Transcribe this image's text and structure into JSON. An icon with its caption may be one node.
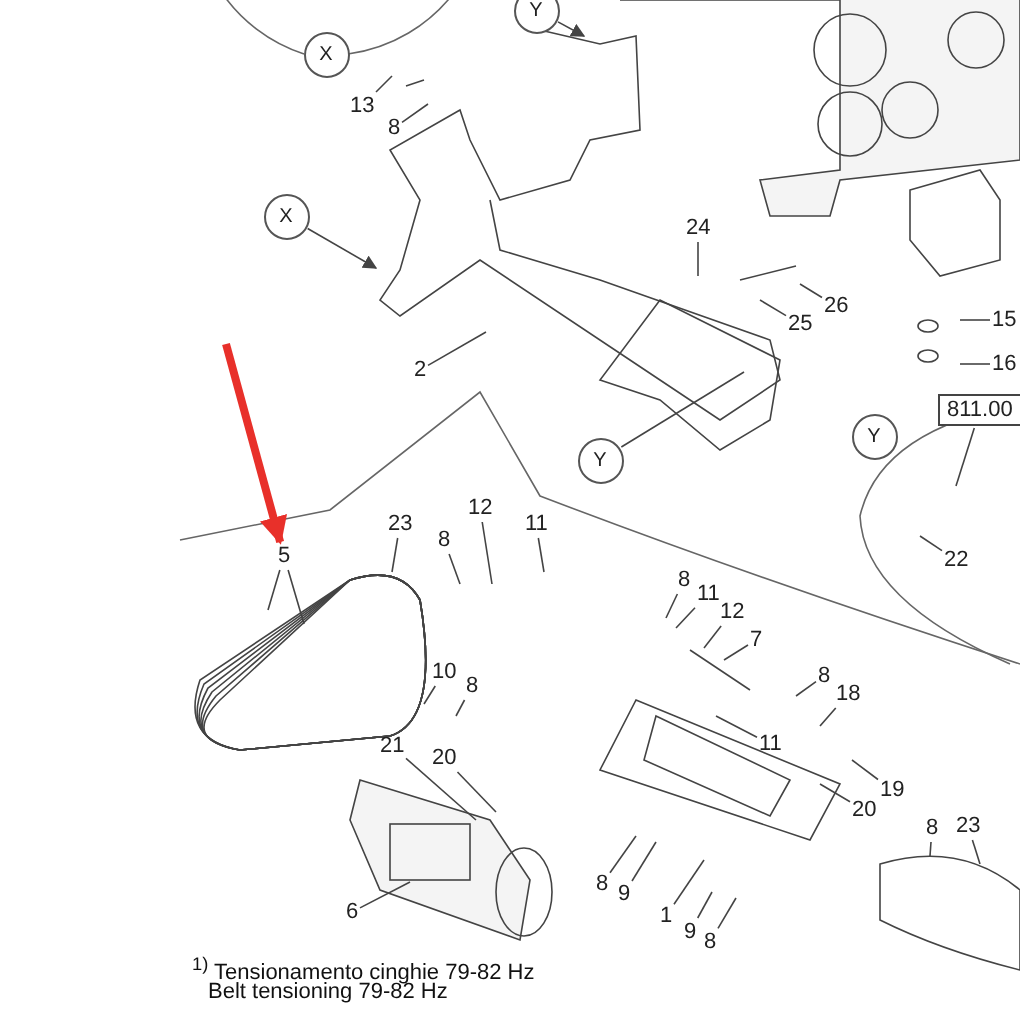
{
  "diagram": {
    "nodes": [
      {
        "text": [
          "X"
        ]
      },
      {
        "text": [
          "Y"
        ]
      },
      {
        "text": [
          "13"
        ]
      },
      {
        "text": [
          "8"
        ]
      },
      {
        "text": [
          "X"
        ]
      },
      {
        "text": [
          "24"
        ]
      },
      {
        "text": [
          "26"
        ]
      },
      {
        "text": [
          "25"
        ]
      },
      {
        "text": [
          "15"
        ]
      },
      {
        "text": [
          "16"
        ]
      },
      {
        "text": [
          "2"
        ]
      },
      {
        "text": [
          "811.00"
        ]
      },
      {
        "text": [
          "Y"
        ]
      },
      {
        "text": [
          "Y"
        ]
      },
      {
        "text": [
          "22"
        ]
      },
      {
        "text": [
          "23"
        ]
      },
      {
        "text": [
          "8"
        ]
      },
      {
        "text": [
          "12"
        ]
      },
      {
        "text": [
          "11"
        ]
      },
      {
        "text": [
          "5"
        ]
      },
      {
        "text": [
          "8"
        ]
      },
      {
        "text": [
          "11"
        ]
      },
      {
        "text": [
          "12"
        ]
      },
      {
        "text": [
          "7"
        ]
      },
      {
        "text": [
          "10"
        ]
      },
      {
        "text": [
          "8"
        ]
      },
      {
        "text": [
          "8"
        ]
      },
      {
        "text": [
          "18"
        ]
      },
      {
        "text": [
          "21"
        ]
      },
      {
        "text": [
          "20"
        ]
      },
      {
        "text": [
          "11"
        ]
      },
      {
        "text": [
          "19"
        ]
      },
      {
        "text": [
          "20"
        ]
      },
      {
        "text": [
          "8"
        ]
      },
      {
        "text": [
          "23"
        ]
      },
      {
        "text": [
          "6"
        ]
      },
      {
        "text": [
          "8"
        ]
      },
      {
        "text": [
          "9"
        ]
      },
      {
        "text": [
          "1"
        ]
      },
      {
        "text": [
          "9"
        ]
      },
      {
        "text": [
          "8"
        ]
      }
    ],
    "edges": [
      {
        "from": 1,
        "to": null,
        "arrow": "to"
      },
      {
        "from": 2,
        "to": null,
        "arrow": "none"
      },
      {
        "from": 3,
        "to": null,
        "arrow": "none"
      },
      {
        "from": 4,
        "to": null,
        "arrow": "to"
      },
      {
        "from": 5,
        "to": null,
        "arrow": "none"
      },
      {
        "from": 6,
        "to": null,
        "arrow": "none"
      },
      {
        "from": 7,
        "to": null,
        "arrow": "none"
      },
      {
        "from": 8,
        "to": null,
        "arrow": "none"
      },
      {
        "from": 9,
        "to": null,
        "arrow": "none"
      },
      {
        "from": 10,
        "to": null,
        "arrow": "none"
      },
      {
        "from": 11,
        "to": null,
        "arrow": "none"
      },
      {
        "from": 12,
        "to": null,
        "arrow": "none"
      },
      {
        "from": 14,
        "to": null,
        "arrow": "none"
      },
      {
        "from": 15,
        "to": null,
        "arrow": "none"
      },
      {
        "from": 16,
        "to": null,
        "arrow": "none"
      },
      {
        "from": 17,
        "to": null,
        "arrow": "none"
      },
      {
        "from": 18,
        "to": null,
        "arrow": "none"
      },
      {
        "from": 19,
        "to": null,
        "arrow": "none"
      },
      {
        "from": 19,
        "to": null,
        "arrow": "none"
      },
      {
        "from": 20,
        "to": null,
        "arrow": "none"
      },
      {
        "from": 21,
        "to": null,
        "arrow": "none"
      },
      {
        "from": 22,
        "to": null,
        "arrow": "none"
      },
      {
        "from": 23,
        "to": null,
        "arrow": "none"
      },
      {
        "from": 24,
        "to": null,
        "arrow": "none"
      },
      {
        "from": 25,
        "to": null,
        "arrow": "none"
      },
      {
        "from": 26,
        "to": null,
        "arrow": "none"
      },
      {
        "from": 27,
        "to": null,
        "arrow": "none"
      },
      {
        "from": 28,
        "to": null,
        "arrow": "none"
      },
      {
        "from": 29,
        "to": null,
        "arrow": "none"
      },
      {
        "from": 30,
        "to": null,
        "arrow": "none"
      },
      {
        "from": 31,
        "to": null,
        "arrow": "none"
      },
      {
        "from": 32,
        "to": null,
        "arrow": "none"
      },
      {
        "from": 33,
        "to": null,
        "arrow": "none"
      },
      {
        "from": 34,
        "to": null,
        "arrow": "none"
      },
      {
        "from": 35,
        "to": null,
        "arrow": "none"
      },
      {
        "from": 36,
        "to": null,
        "arrow": "none"
      },
      {
        "from": 37,
        "to": null,
        "arrow": "none"
      },
      {
        "from": 38,
        "to": null,
        "arrow": "none"
      },
      {
        "from": 39,
        "to": null,
        "arrow": "none"
      },
      {
        "from": 40,
        "to": null,
        "arrow": "none"
      },
      {
        "from": null,
        "to": 19,
        "arrow": "to",
        "style": "thick",
        "color": "#e8302a"
      }
    ],
    "labels": [
      "$^{1)}$ Tensionamento cinghie 79-82 Hz",
      "Belt tensioning 79-82 Hz"
    ]
  }
}
